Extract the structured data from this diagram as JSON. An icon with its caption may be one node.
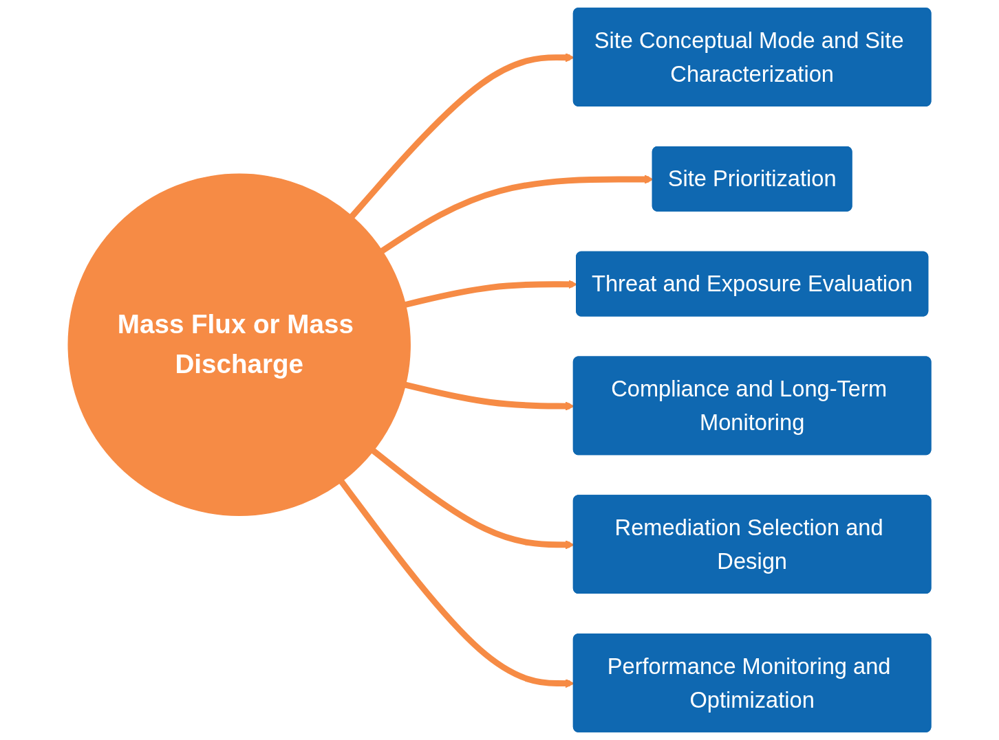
{
  "diagram": {
    "nodes": [
      {
        "text": [
          "Site Conceptual Mode and Site Characterization"
        ]
      },
      {
        "text": [
          "Site Prioritization"
        ]
      },
      {
        "text": [
          "Threat and Exposure Evaluation"
        ]
      },
      {
        "text": [
          "Mass Flux or Mass Discharge"
        ]
      },
      {
        "text": [
          "Compliance and Long-Term Monitoring"
        ]
      },
      {
        "text": [
          "Remediation Selection and Design"
        ]
      },
      {
        "text": [
          "Performance Monitoring and Optimization"
        ]
      }
    ],
    "edges": [
      {
        "from": 3,
        "to": 0,
        "arrow": "to"
      },
      {
        "from": 3,
        "to": 1,
        "arrow": "to"
      },
      {
        "from": 3,
        "to": 2,
        "arrow": "to"
      },
      {
        "from": 3,
        "to": 4,
        "arrow": "to"
      },
      {
        "from": 3,
        "to": 5,
        "arrow": "to"
      },
      {
        "from": 3,
        "to": 6,
        "arrow": "to"
      }
    ]
  }
}
